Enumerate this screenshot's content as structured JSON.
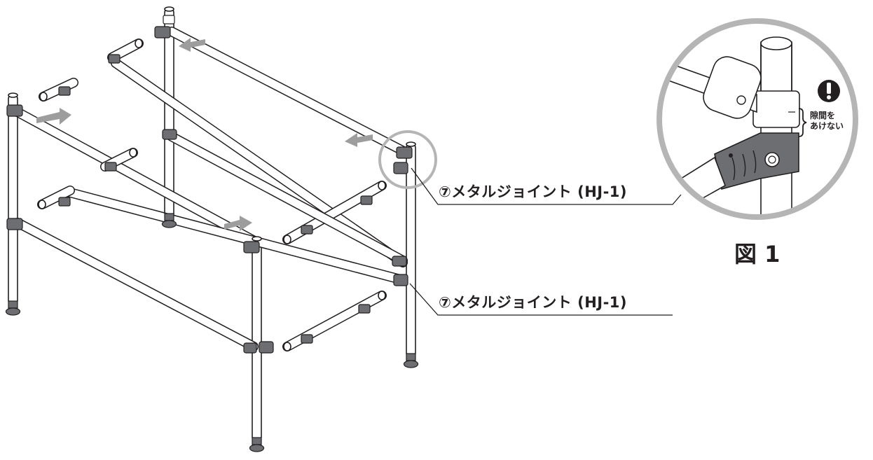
{
  "callouts": [
    {
      "text": "⑦メタルジョイント (HJ-1)"
    },
    {
      "text": "⑦メタルジョイント (HJ-1)"
    }
  ],
  "detail": {
    "figure_label": "図 1",
    "gap_note_line1": "隙間を",
    "gap_note_line2": "あけない"
  },
  "colors": {
    "line": "#231f20",
    "joint": "#6d6e71",
    "arrow": "#9d9d9d",
    "magnifier_ring": "#b5b5b5"
  }
}
